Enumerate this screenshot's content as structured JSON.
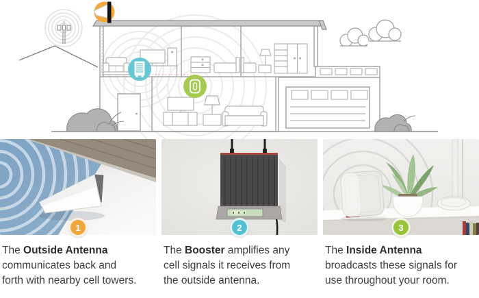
{
  "illustration": {
    "name": "house-signal-booster-diagram",
    "markers": [
      {
        "name": "outside-antenna-marker",
        "icon": "outside-antenna-icon",
        "color": "#F2A93B"
      },
      {
        "name": "booster-marker",
        "icon": "booster-icon",
        "color": "#68C6D5"
      },
      {
        "name": "inside-antenna-marker",
        "icon": "inside-antenna-icon",
        "color": "#A5CB52"
      }
    ],
    "scene": [
      "cell-tower",
      "signal-waves",
      "hill",
      "house",
      "garage",
      "clouds",
      "bushes"
    ]
  },
  "panels": [
    {
      "badge": "1",
      "badge_color": "#EFA63F",
      "photo": "outside-antenna-photo",
      "caption": {
        "prefix": "The ",
        "bold": "Outside Antenna",
        "suffix": "\ncommunicates back and\nforth with nearby cell towers."
      }
    },
    {
      "badge": "2",
      "badge_color": "#54C1D2",
      "photo": "booster-photo",
      "caption": {
        "prefix": "The ",
        "bold": "Booster",
        "suffix": " amplifies any\ncell signals it receives from\nthe outside antenna."
      }
    },
    {
      "badge": "3",
      "badge_color": "#99C43C",
      "photo": "inside-antenna-photo",
      "caption": {
        "prefix": "The ",
        "bold": "Inside Antenna",
        "suffix": "\nbroadcasts these signals for\nuse throughout your room."
      }
    }
  ]
}
